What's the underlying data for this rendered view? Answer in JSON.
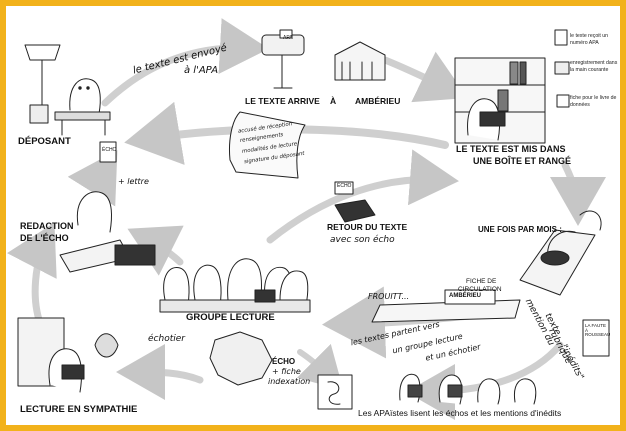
{
  "labels": {
    "deposant": "DÉPOSANT",
    "texte_envoye_1": "le texte est envoyé",
    "texte_envoye_2": "à l'APA",
    "texte_arrive": "LE TEXTE ARRIVE",
    "a": "À",
    "amberieu": "AMBÉRIEU",
    "mis_boite_1": "LE TEXTE EST MIS DANS",
    "mis_boite_2": "UNE BOÎTE ET RANGÉ",
    "side_notes": [
      "le texte reçoit un numéro APA",
      "enregistrement dans la main courante",
      "fiche pour le livre de données"
    ],
    "une_fois": "UNE FOIS PAR MOIS :",
    "redaction_1": "REDACTION",
    "redaction_2": "DE L'ÉCHO",
    "echo_lettre": "+ lettre",
    "echo_badge": "ÉCHO",
    "scroll_text": [
      "accusé de réception",
      "renseignements",
      "modalités de lecture",
      "signature du déposant"
    ],
    "retour_1": "RETOUR DU TEXTE",
    "retour_2": "avec son écho",
    "groupe_lecture": "GROUPE LECTURE",
    "echotier": "échotier",
    "fiche_circ_1": "FICHE DE",
    "fiche_circ_2": "CIRCULATION",
    "frouitt": "FROUITT...",
    "ambérieu_sign": "AMBÉRIEU",
    "partent_1": "les textes partent vers",
    "partent_2": "un groupe lecture",
    "partent_3": "et un échotier",
    "mention_1": "mention du",
    "mention_2": "texte",
    "mention_3": "rubrique",
    "mention_4": "\"inédits\"",
    "revue": "LA FAUTE À ROUSSEAU",
    "echo_fiche_1": "ÉCHO",
    "echo_fiche_2": "+ fiche",
    "echo_fiche_3": "indexation",
    "lecture_sympathie": "LECTURE EN SYMPATHIE",
    "apaistes": "Les APAïstes lisent les échos et les mentions d'inédits",
    "mailbox": "APA"
  },
  "colors": {
    "frame": "#f2b21b",
    "arrow": "#c9c9c9",
    "ink": "#222222"
  }
}
